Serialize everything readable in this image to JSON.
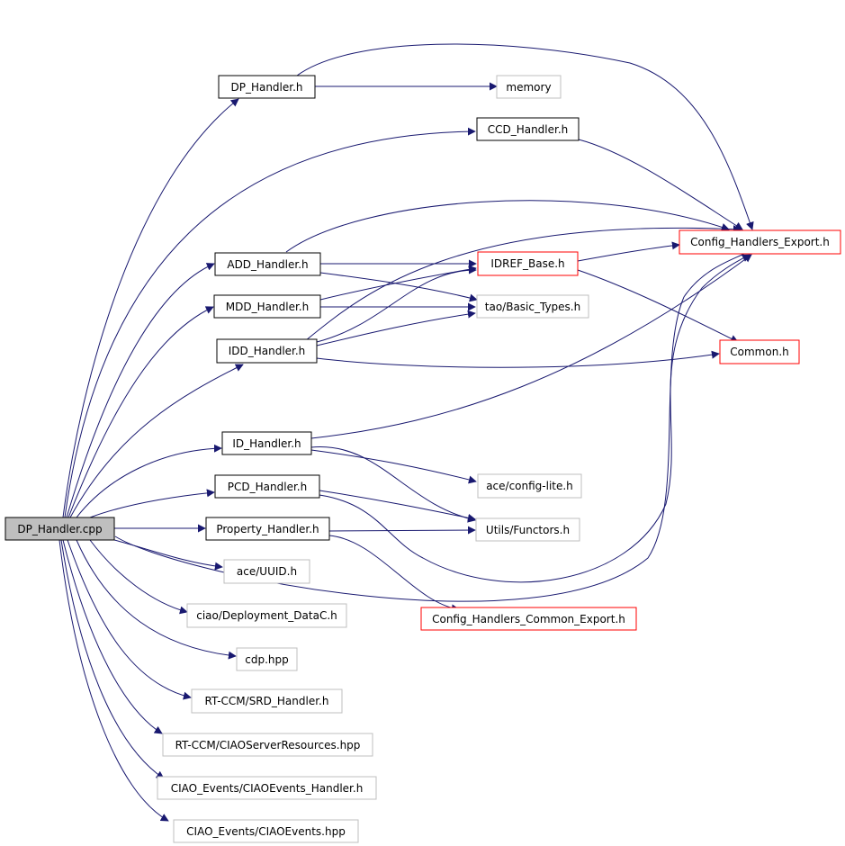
{
  "colors": {
    "edge": "#191970",
    "border_black": "#000000",
    "border_gray": "#bfbfbf",
    "border_red": "#ff0000",
    "root_fill": "#bfbfbf",
    "fill": "#ffffff"
  },
  "nodes": {
    "dp_handler_cpp": {
      "label": "DP_Handler.cpp",
      "style": "root"
    },
    "dp_handler_h": {
      "label": "DP_Handler.h",
      "style": "black"
    },
    "memory": {
      "label": "memory",
      "style": "gray"
    },
    "ccd_handler_h": {
      "label": "CCD_Handler.h",
      "style": "black"
    },
    "config_handlers_export_h": {
      "label": "Config_Handlers_Export.h",
      "style": "red"
    },
    "add_handler_h": {
      "label": "ADD_Handler.h",
      "style": "black"
    },
    "idref_base_h": {
      "label": "IDREF_Base.h",
      "style": "red"
    },
    "mdd_handler_h": {
      "label": "MDD_Handler.h",
      "style": "black"
    },
    "tao_basic_types_h": {
      "label": "tao/Basic_Types.h",
      "style": "gray"
    },
    "idd_handler_h": {
      "label": "IDD_Handler.h",
      "style": "black"
    },
    "common_h": {
      "label": "Common.h",
      "style": "red"
    },
    "id_handler_h": {
      "label": "ID_Handler.h",
      "style": "black"
    },
    "ace_config_lite_h": {
      "label": "ace/config-lite.h",
      "style": "gray"
    },
    "pcd_handler_h": {
      "label": "PCD_Handler.h",
      "style": "black"
    },
    "utils_functors_h": {
      "label": "Utils/Functors.h",
      "style": "gray"
    },
    "property_handler_h": {
      "label": "Property_Handler.h",
      "style": "black"
    },
    "ace_uuid_h": {
      "label": "ace/UUID.h",
      "style": "gray"
    },
    "config_handlers_common_export_h": {
      "label": "Config_Handlers_Common_Export.h",
      "style": "red"
    },
    "ciao_deployment_datac_h": {
      "label": "ciao/Deployment_DataC.h",
      "style": "gray"
    },
    "cdp_hpp": {
      "label": "cdp.hpp",
      "style": "gray"
    },
    "rt_ccm_srd_handler_h": {
      "label": "RT-CCM/SRD_Handler.h",
      "style": "gray"
    },
    "rt_ccm_ciaoserverresources_hpp": {
      "label": "RT-CCM/CIAOServerResources.hpp",
      "style": "gray"
    },
    "ciao_events_ciaoevents_handler_h": {
      "label": "CIAO_Events/CIAOEvents_Handler.h",
      "style": "gray"
    },
    "ciao_events_ciaoevents_hpp": {
      "label": "CIAO_Events/CIAOEvents.hpp",
      "style": "gray"
    }
  },
  "edges": [
    [
      "dp_handler_cpp",
      "dp_handler_h"
    ],
    [
      "dp_handler_cpp",
      "ccd_handler_h"
    ],
    [
      "dp_handler_cpp",
      "add_handler_h"
    ],
    [
      "dp_handler_cpp",
      "mdd_handler_h"
    ],
    [
      "dp_handler_cpp",
      "idd_handler_h"
    ],
    [
      "dp_handler_cpp",
      "id_handler_h"
    ],
    [
      "dp_handler_cpp",
      "pcd_handler_h"
    ],
    [
      "dp_handler_cpp",
      "property_handler_h"
    ],
    [
      "dp_handler_cpp",
      "ace_uuid_h"
    ],
    [
      "dp_handler_cpp",
      "ciao_deployment_datac_h"
    ],
    [
      "dp_handler_cpp",
      "cdp_hpp"
    ],
    [
      "dp_handler_cpp",
      "rt_ccm_srd_handler_h"
    ],
    [
      "dp_handler_cpp",
      "rt_ccm_ciaoserverresources_hpp"
    ],
    [
      "dp_handler_cpp",
      "ciao_events_ciaoevents_handler_h"
    ],
    [
      "dp_handler_cpp",
      "ciao_events_ciaoevents_hpp"
    ],
    [
      "dp_handler_cpp",
      "config_handlers_export_h"
    ],
    [
      "dp_handler_h",
      "memory"
    ],
    [
      "dp_handler_h",
      "config_handlers_export_h"
    ],
    [
      "ccd_handler_h",
      "config_handlers_export_h"
    ],
    [
      "add_handler_h",
      "config_handlers_export_h"
    ],
    [
      "add_handler_h",
      "idref_base_h"
    ],
    [
      "add_handler_h",
      "tao_basic_types_h"
    ],
    [
      "mdd_handler_h",
      "idref_base_h"
    ],
    [
      "mdd_handler_h",
      "tao_basic_types_h"
    ],
    [
      "idd_handler_h",
      "idref_base_h"
    ],
    [
      "idd_handler_h",
      "tao_basic_types_h"
    ],
    [
      "idd_handler_h",
      "config_handlers_export_h"
    ],
    [
      "idd_handler_h",
      "common_h"
    ],
    [
      "idref_base_h",
      "config_handlers_export_h"
    ],
    [
      "idref_base_h",
      "common_h"
    ],
    [
      "id_handler_h",
      "config_handlers_export_h"
    ],
    [
      "id_handler_h",
      "ace_config_lite_h"
    ],
    [
      "id_handler_h",
      "utils_functors_h"
    ],
    [
      "pcd_handler_h",
      "utils_functors_h"
    ],
    [
      "pcd_handler_h",
      "config_handlers_export_h"
    ],
    [
      "property_handler_h",
      "utils_functors_h"
    ],
    [
      "property_handler_h",
      "config_handlers_common_export_h"
    ]
  ]
}
